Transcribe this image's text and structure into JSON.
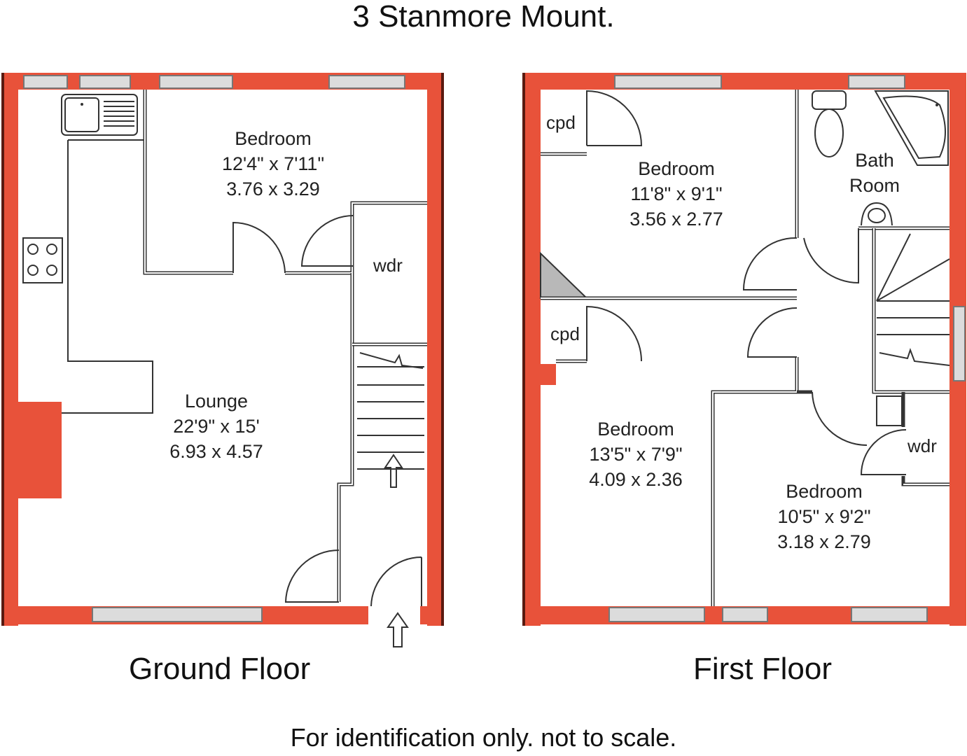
{
  "title": "3 Stanmore Mount.",
  "footer_note": "For identification only. not to scale.",
  "colors": {
    "wall": "#e8523a",
    "wall_shadow": "#5a1a10",
    "window": "#dcdcdc",
    "line": "#333333",
    "background": "#ffffff"
  },
  "ground_floor": {
    "label": "Ground Floor",
    "rooms": [
      {
        "name": "Bedroom",
        "imperial": "12'4\" x 7'11\"",
        "metric": "3.76 x 3.29"
      },
      {
        "name": "Lounge",
        "imperial": "22'9\" x 15'",
        "metric": "6.93 x 4.57"
      }
    ],
    "cupboards": [
      {
        "name": "wdr"
      }
    ],
    "fixtures": [
      "sink-icon",
      "hob-icon",
      "chimney-breast",
      "staircase",
      "entrance-arrow-icon",
      "stairs-up-arrow-icon"
    ]
  },
  "first_floor": {
    "label": "First Floor",
    "rooms": [
      {
        "name": "Bedroom",
        "imperial": "11'8\" x 9'1\"",
        "metric": "3.56 x 2.77"
      },
      {
        "name": "Bedroom",
        "imperial": "13'5\" x 7'9\"",
        "metric": "4.09 x 2.36"
      },
      {
        "name": "Bedroom",
        "imperial": "10'5\" x 9'2\"",
        "metric": "3.18 x 2.79"
      },
      {
        "name_line1": "Bath",
        "name_line2": "Room"
      }
    ],
    "cupboards": [
      {
        "name": "cpd"
      },
      {
        "name": "cpd"
      },
      {
        "name": "wdr"
      }
    ],
    "fixtures": [
      "toilet-icon",
      "corner-bath-icon",
      "basin-icon",
      "staircase"
    ]
  }
}
